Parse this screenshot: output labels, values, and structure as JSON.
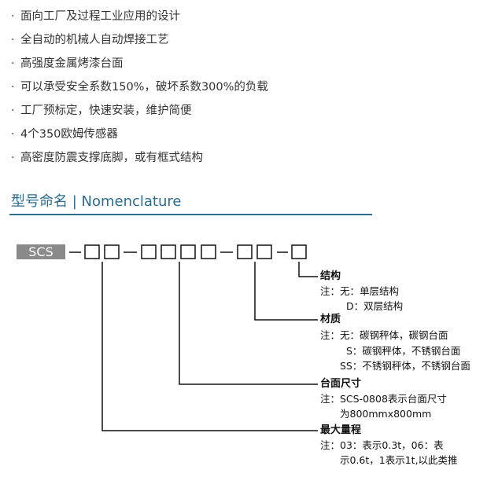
{
  "features": [
    "面向工厂及过程工业应用的设计",
    "全自动的机械人自动焊接工艺",
    "高强度金属烤漆台面",
    "可以承受安全系数150%，破坏系数300%的负载",
    "工厂预标定，快速安装，维护简便",
    "4个350欧姆传感器",
    "高密度防震支撑底脚，或有框式结构"
  ],
  "bullet": "·",
  "section_title": "型号命名 | Nomenclature",
  "diagram": {
    "prefix": "SCS",
    "labels": {
      "structure_head": "结构",
      "structure_1": "注：无：单层结构",
      "structure_2": "D：双层结构",
      "material_head": "材质",
      "material_1": "注：无：碳钢秤体，碳钢台面",
      "material_2": "S：碳钢秤体，不锈钢台面",
      "material_3": "SS：不锈钢秤体，不锈钢台面",
      "size_head": "台面尺寸",
      "size_1": "注：SCS-0808表示台面尺寸",
      "size_2": "为800mmx800mm",
      "capacity_head": "最大量程",
      "capacity_1": "注：03：表示0.3t，06：表",
      "capacity_2": "示0.6t，1表示1t,以此类推"
    }
  }
}
